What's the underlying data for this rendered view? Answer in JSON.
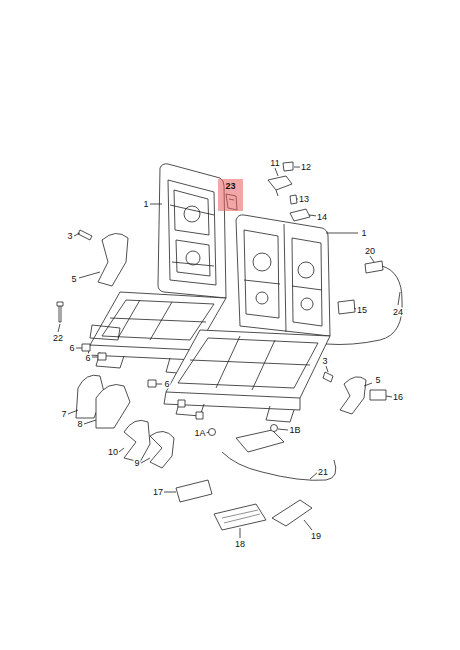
{
  "diagram": {
    "nodes": [
      {
        "text": [
          "23"
        ]
      }
    ],
    "labels": [
      "11",
      "12",
      "1",
      "13",
      "14",
      "1",
      "3",
      "5",
      "20",
      "15",
      "24",
      "22",
      "6",
      "6",
      "6",
      "3",
      "5",
      "16",
      "7",
      "8",
      "1A",
      "1B",
      "10",
      "9",
      "21",
      "17",
      "18",
      "19"
    ]
  }
}
